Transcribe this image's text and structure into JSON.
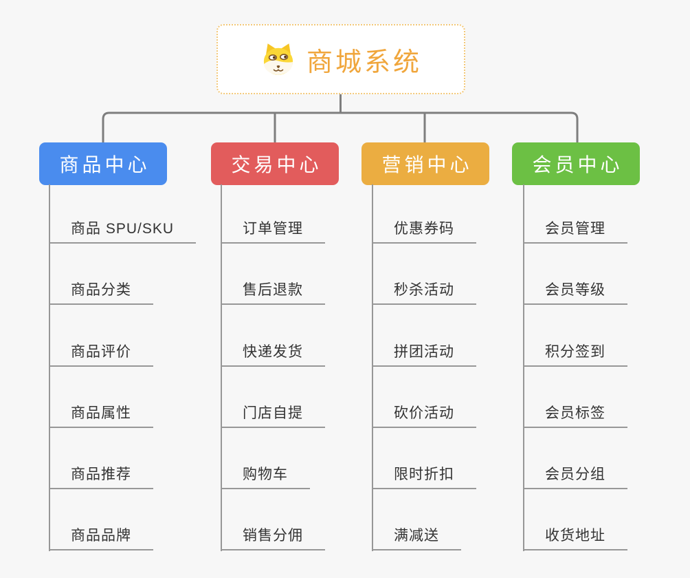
{
  "page": {
    "background_color": "#f7f7f7",
    "connector_color": "#7e7e7e",
    "subline_color": "#979797"
  },
  "root": {
    "label": "商城系统",
    "icon": "shiba-dog-face-icon",
    "text_color": "#f0a63c",
    "border_color": "#f3c878"
  },
  "branches": [
    {
      "label": "商品中心",
      "color": "#4a8cee",
      "items": [
        "商品 SPU/SKU",
        "商品分类",
        "商品评价",
        "商品属性",
        "商品推荐",
        "商品品牌"
      ]
    },
    {
      "label": "交易中心",
      "color": "#e25c5c",
      "items": [
        "订单管理",
        "售后退款",
        "快递发货",
        "门店自提",
        "购物车",
        "销售分佣"
      ]
    },
    {
      "label": "营销中心",
      "color": "#ebad41",
      "items": [
        "优惠券码",
        "秒杀活动",
        "拼团活动",
        "砍价活动",
        "限时折扣",
        "满减送"
      ]
    },
    {
      "label": "会员中心",
      "color": "#6cc044",
      "items": [
        "会员管理",
        "会员等级",
        "积分签到",
        "会员标签",
        "会员分组",
        "收货地址"
      ]
    }
  ]
}
